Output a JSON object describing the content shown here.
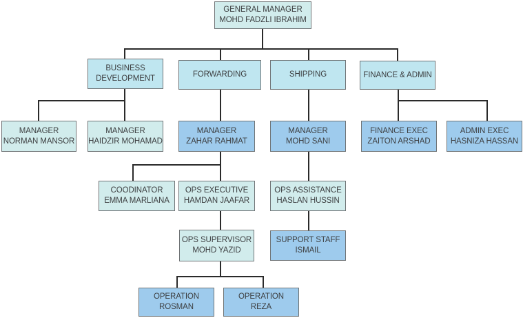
{
  "diagram": {
    "type": "org-chart",
    "colors": {
      "pale_box": "#d1ecec",
      "department_box": "#bfe6f0",
      "blue_box": "#9ecbed",
      "border": "#6f7375",
      "connector": "#2a2a2a",
      "text": "#3d3f41"
    },
    "nodes": {
      "gm": {
        "title": "GENERAL MANAGER",
        "name": "MOHD FADZLI IBRAHIM"
      },
      "business_development": {
        "title": "BUSINESS",
        "name": "DEVELOPMENT"
      },
      "forwarding": {
        "title": "FORWARDING",
        "name": ""
      },
      "shipping": {
        "title": "SHIPPING",
        "name": ""
      },
      "finance_admin": {
        "title": "FINANCE & ADMIN",
        "name": ""
      },
      "manager_norman": {
        "title": "MANAGER",
        "name": "NORMAN MANSOR"
      },
      "manager_haidzir": {
        "title": "MANAGER",
        "name": "HAIDZIR MOHAMAD"
      },
      "manager_zahar": {
        "title": "MANAGER",
        "name": "ZAHAR RAHMAT"
      },
      "manager_sani": {
        "title": "MANAGER",
        "name": "MOHD SANI"
      },
      "finance_exec": {
        "title": "FINANCE EXEC",
        "name": "ZAITON ARSHAD"
      },
      "admin_exec": {
        "title": "ADMIN EXEC",
        "name": "HASNIZA HASSAN"
      },
      "coordinator": {
        "title": "COODINATOR",
        "name": "EMMA MARLIANA"
      },
      "ops_executive": {
        "title": "OPS EXECUTIVE",
        "name": "HAMDAN JAAFAR"
      },
      "ops_assistance": {
        "title": "OPS ASSISTANCE",
        "name": "HASLAN HUSSIN"
      },
      "ops_supervisor": {
        "title": "OPS SUPERVISOR",
        "name": "MOHD YAZID"
      },
      "support_staff": {
        "title": "SUPPORT STAFF",
        "name": "ISMAIL"
      },
      "operation_rosman": {
        "title": "OPERATION",
        "name": "ROSMAN"
      },
      "operation_reza": {
        "title": "OPERATION",
        "name": "REZA"
      }
    },
    "hierarchy": [
      {
        "parent": "gm",
        "children": [
          "business_development",
          "forwarding",
          "shipping",
          "finance_admin"
        ]
      },
      {
        "parent": "business_development",
        "children": [
          "manager_norman",
          "manager_haidzir"
        ]
      },
      {
        "parent": "forwarding",
        "children": [
          "manager_zahar"
        ]
      },
      {
        "parent": "shipping",
        "children": [
          "manager_sani"
        ]
      },
      {
        "parent": "finance_admin",
        "children": [
          "finance_exec",
          "admin_exec"
        ]
      },
      {
        "parent": "manager_zahar",
        "children": [
          "coordinator",
          "ops_executive"
        ]
      },
      {
        "parent": "manager_sani",
        "children": [
          "ops_assistance"
        ]
      },
      {
        "parent": "ops_executive",
        "children": [
          "ops_supervisor"
        ]
      },
      {
        "parent": "ops_assistance",
        "children": [
          "support_staff"
        ]
      },
      {
        "parent": "ops_supervisor",
        "children": [
          "operation_rosman",
          "operation_reza"
        ]
      }
    ]
  }
}
